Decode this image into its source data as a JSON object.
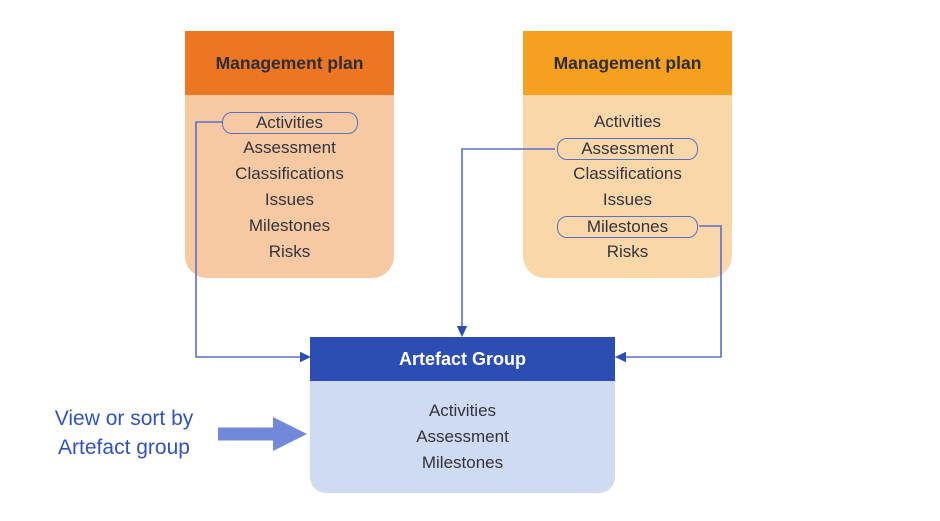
{
  "diagram": {
    "plans": [
      {
        "title": "Management plan",
        "items": [
          "Activities",
          "Assessment",
          "Classifications",
          "Issues",
          "Milestones",
          "Risks"
        ],
        "highlighted_items": [
          "Activities"
        ],
        "header_color": "#ED7623",
        "body_color": "#F7C9A2"
      },
      {
        "title": "Management plan",
        "items": [
          "Activities",
          "Assessment",
          "Classifications",
          "Issues",
          "Milestones",
          "Risks"
        ],
        "highlighted_items": [
          "Assessment",
          "Milestones"
        ],
        "header_color": "#F5A01F",
        "body_color": "#FAD7A8"
      }
    ],
    "artefact_group": {
      "title": "Artefact Group",
      "items": [
        "Activities",
        "Assessment",
        "Milestones"
      ],
      "header_color": "#2C4DB3",
      "body_color": "#CFDAF3"
    },
    "caption": {
      "line1": "View or sort by",
      "line2": "Artefact group",
      "color": "#3053C4"
    },
    "connector_color": "#5B6FC9",
    "big_arrow_color": "#7289DB"
  }
}
